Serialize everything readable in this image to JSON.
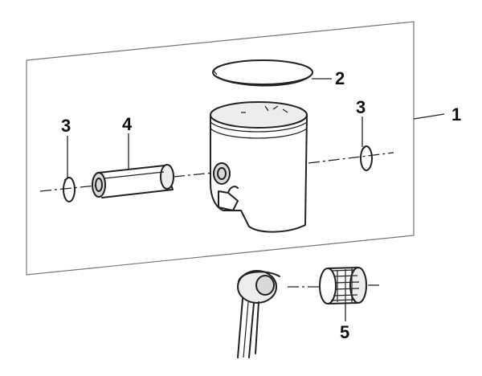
{
  "callouts": [
    {
      "id": "cylinder-assembly",
      "label": "1"
    },
    {
      "id": "piston-ring",
      "label": "2"
    },
    {
      "id": "circlip-left",
      "label": "3"
    },
    {
      "id": "circlip-right",
      "label": "3"
    },
    {
      "id": "piston-pin",
      "label": "4"
    },
    {
      "id": "needle-bearing",
      "label": "5"
    }
  ],
  "colors": {
    "line": "#222222",
    "panel_border": "#777777",
    "shade": "#d9d9d9"
  }
}
